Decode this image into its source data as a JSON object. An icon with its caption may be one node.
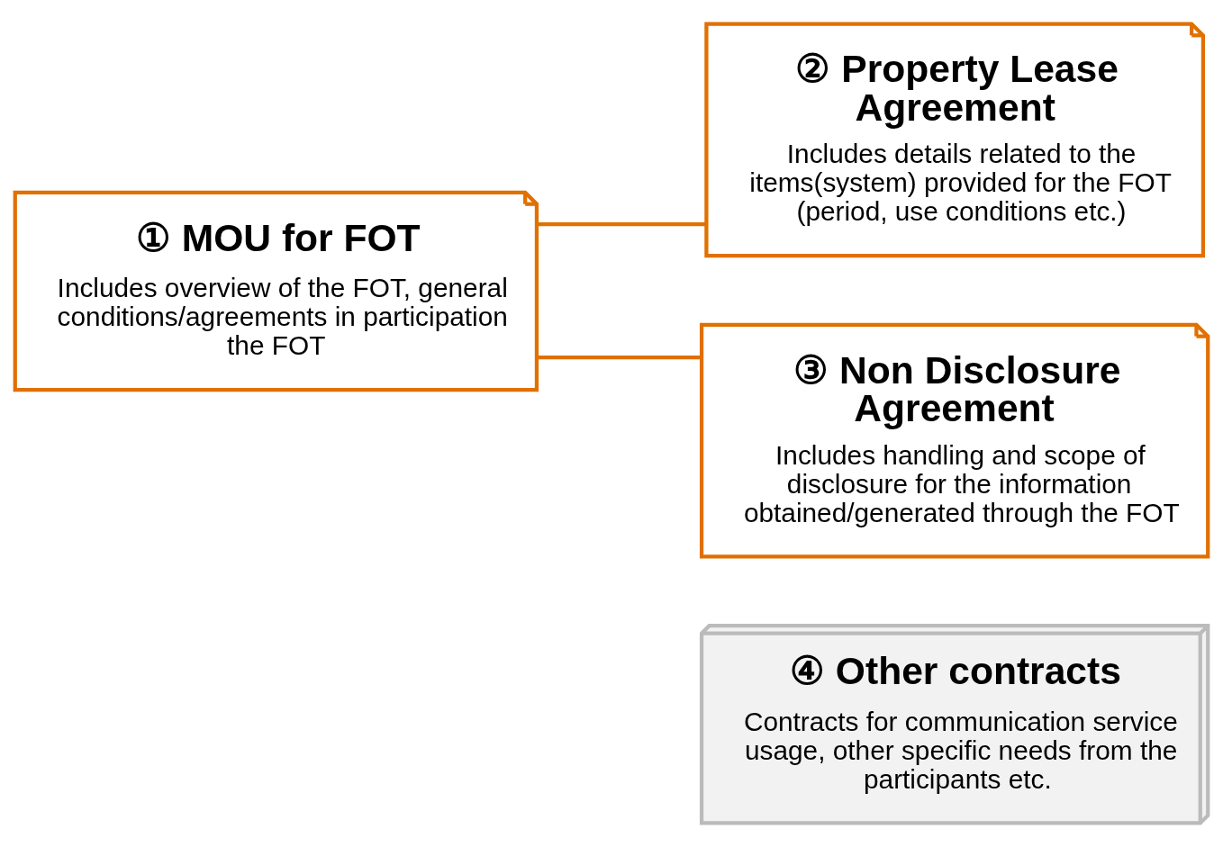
{
  "diagram": {
    "nodes": [
      {
        "text": [
          "① MOU for FOT",
          "Includes overview of the FOT, general conditions/agreements in participation the FOT"
        ]
      },
      {
        "text": [
          "② Property Lease Agreement",
          "Includes details related to the items(system) provided for the FOT (period, use conditions etc.)"
        ]
      },
      {
        "text": [
          "③ Non Disclosure Agreement",
          "Includes handling and scope of disclosure for the information obtained/generated through the FOT"
        ]
      },
      {
        "text": [
          "④ Other contracts",
          "Contracts for communication service usage, other specific needs from the participants etc."
        ]
      }
    ],
    "edges": [
      {
        "from": 0,
        "to": 1,
        "arrow": "none"
      },
      {
        "from": 0,
        "to": 2,
        "arrow": "none"
      }
    ]
  }
}
